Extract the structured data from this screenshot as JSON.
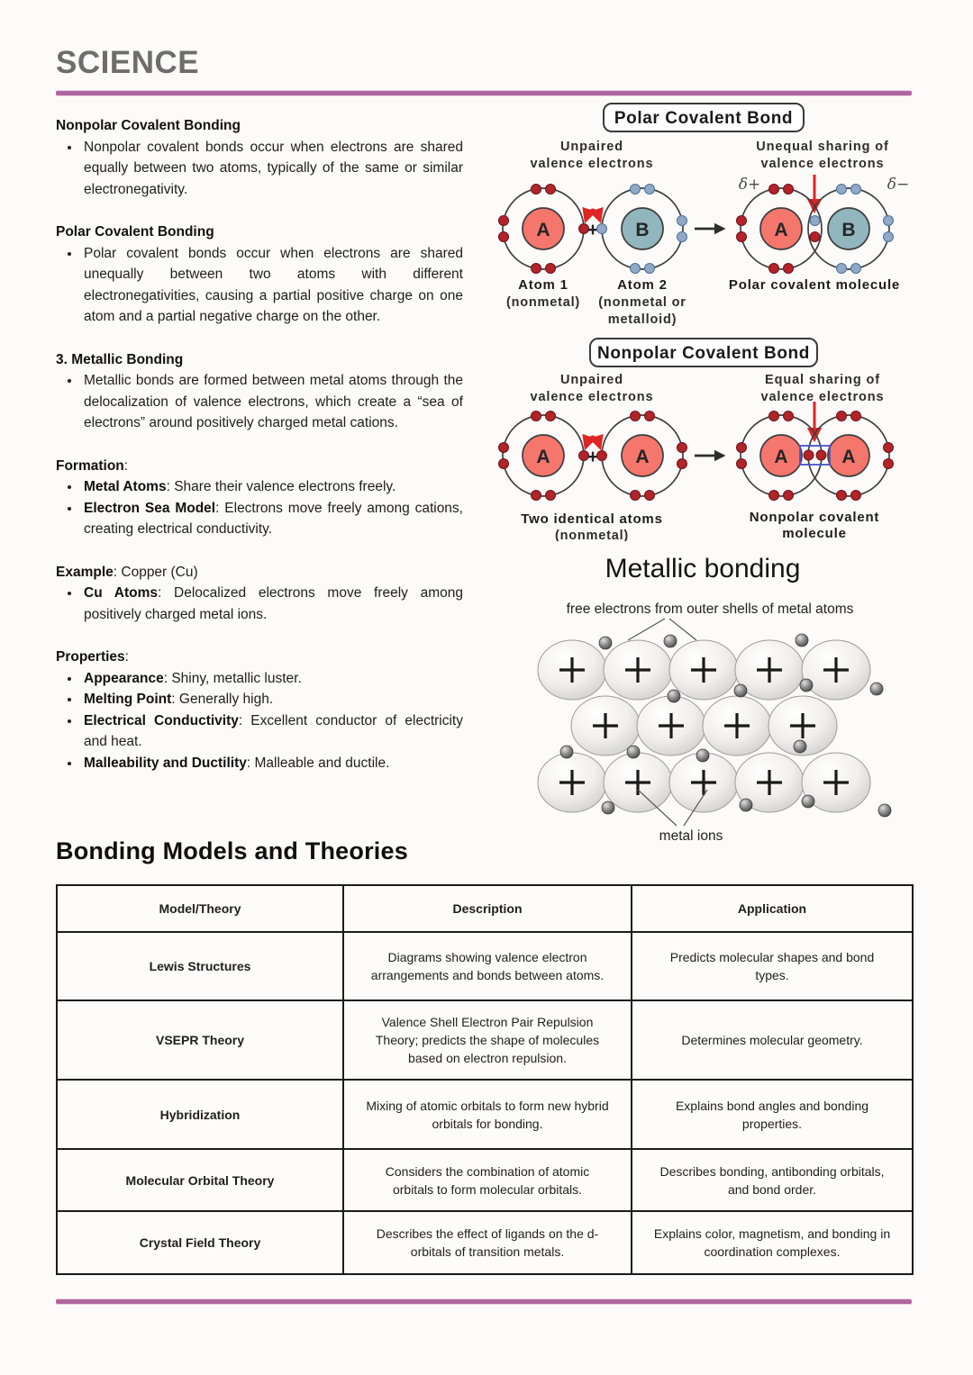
{
  "page": {
    "title": "SCIENCE"
  },
  "colors": {
    "accent_rule": "#b0679f",
    "atom_a_fill": "#f5766d",
    "atom_b_fill": "#92b6bd",
    "electron_red": "#b1242a",
    "electron_blue": "#8fa9c7",
    "arrow_red": "#e02424"
  },
  "left": {
    "sections": [
      {
        "title_bold": "Nonpolar Covalent Bonding",
        "title_rest": "",
        "bullets": [
          {
            "bold": "",
            "text": "Nonpolar covalent bonds occur when electrons are shared equally between two atoms, typically of the same or similar electronegativity."
          }
        ]
      },
      {
        "title_bold": "Polar Covalent Bonding",
        "title_rest": "",
        "bullets": [
          {
            "bold": "",
            "text": "Polar covalent bonds occur when electrons are shared unequally between two atoms with different electronegativities, causing a partial positive charge on one atom and a partial negative charge on the other."
          }
        ]
      },
      {
        "title_bold": "3. Metallic Bonding",
        "title_rest": "",
        "bullets": [
          {
            "bold": "",
            "text": "Metallic bonds are formed between metal atoms through the delocalization of valence electrons, which create a “sea of electrons” around positively charged metal cations."
          }
        ]
      },
      {
        "title_bold": "Formation",
        "title_rest": ":",
        "bullets": [
          {
            "bold": "Metal Atoms",
            "text": ": Share their valence electrons freely."
          },
          {
            "bold": "Electron Sea Model",
            "text": ": Electrons move freely among cations, creating electrical conductivity."
          }
        ]
      },
      {
        "title_bold": "Example",
        "title_rest": ": Copper (Cu)",
        "bullets": [
          {
            "bold": "Cu Atoms",
            "text": ": Delocalized electrons move freely among positively charged metal ions."
          }
        ]
      },
      {
        "title_bold": "Properties",
        "title_rest": ":",
        "bullets": [
          {
            "bold": "Appearance",
            "text": ": Shiny, metallic luster."
          },
          {
            "bold": "Melting Point",
            "text": ": Generally high."
          },
          {
            "bold": "Electrical Conductivity",
            "text": ": Excellent conductor of electricity and heat."
          },
          {
            "bold": "Malleability and Ductility",
            "text": ": Malleable and ductile."
          }
        ]
      }
    ]
  },
  "diagrams": {
    "polar": {
      "title": "Polar Covalent Bond",
      "left_cap_1": "Unpaired",
      "left_cap_2": "valence electrons",
      "right_cap_1": "Unequal sharing of",
      "right_cap_2": "valence electrons",
      "plus": "+",
      "atom_a": "A",
      "atom_b": "B",
      "delta_plus": "δ+",
      "delta_minus": "δ−",
      "atom1_label": "Atom 1",
      "atom1_sub": "(nonmetal)",
      "atom2_label": "Atom 2",
      "atom2_sub1": "(nonmetal or",
      "atom2_sub2": "metalloid)",
      "molecule_label": "Polar covalent molecule"
    },
    "nonpolar": {
      "title": "Nonpolar Covalent Bond",
      "left_cap_1": "Unpaired",
      "left_cap_2": "valence electrons",
      "right_cap_1": "Equal sharing of",
      "right_cap_2": "valence electrons",
      "plus": "+",
      "atom_a": "A",
      "atoms_label": "Two identical atoms",
      "atoms_sub": "(nonmetal)",
      "molecule_label_1": "Nonpolar covalent",
      "molecule_label_2": "molecule"
    },
    "metallic": {
      "title": "Metallic bonding",
      "electrons_label": "free electrons from outer shells of metal atoms",
      "ions_label": "metal ions"
    }
  },
  "models_section": {
    "heading": "Bonding Models and Theories",
    "table": {
      "headers": [
        "Model/Theory",
        "Description",
        "Application"
      ],
      "rows": [
        {
          "model": "Lewis Structures",
          "description": "Diagrams showing valence electron arrangements and bonds between atoms.",
          "application": "Predicts molecular shapes and bond types."
        },
        {
          "model": "VSEPR Theory",
          "description": "Valence Shell Electron Pair Repulsion Theory; predicts the shape of molecules based on electron repulsion.",
          "application": "Determines molecular geometry."
        },
        {
          "model": "Hybridization",
          "description": "Mixing of atomic orbitals to form new hybrid orbitals for bonding.",
          "application": "Explains bond angles and bonding properties."
        },
        {
          "model": "Molecular Orbital Theory",
          "description": "Considers the combination of atomic orbitals to form molecular orbitals.",
          "application": "Describes bonding, antibonding orbitals, and bond order."
        },
        {
          "model": "Crystal Field Theory",
          "description": "Describes the effect of ligands on the d-orbitals of transition metals.",
          "application": "Explains color, magnetism, and bonding in coordination complexes."
        }
      ]
    }
  }
}
